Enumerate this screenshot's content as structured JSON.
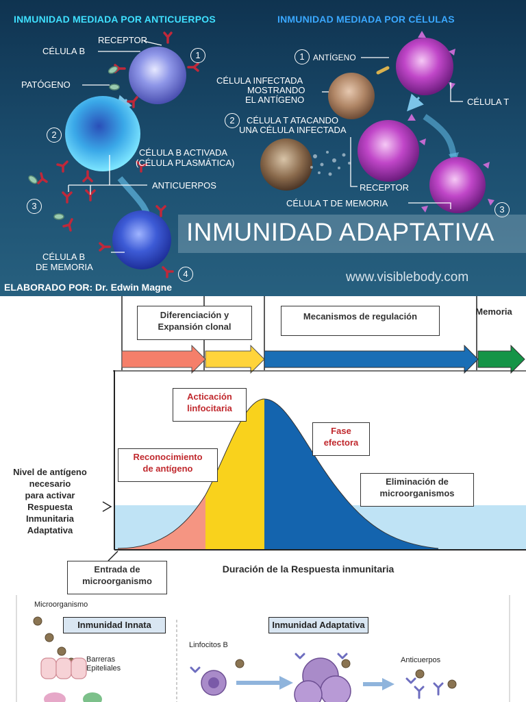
{
  "top_panel": {
    "heading_left": "INMUNIDAD MEDIADA POR ANTICUERPOS",
    "heading_right": "INMUNIDAD MEDIADA POR CÉLULAS",
    "labels": {
      "receptor": "RECEPTOR",
      "celula_b": "CÉLULA B",
      "patogeno": "PATÓGENO",
      "celula_b_activada_1": "CÉLULA B ACTIVADA",
      "celula_b_activada_2": "(CÉLULA PLASMÁTICA)",
      "anticuerpos": "ANTICUERPOS",
      "celula_b_memoria_1": "CÉLULA B",
      "celula_b_memoria_2": "DE MEMORIA",
      "antigeno": "ANTÍGENO",
      "celula_infectada_1": "CÉLULA INFECTADA",
      "celula_infectada_2": "MOSTRANDO",
      "celula_infectada_3": "EL ANTÍGENO",
      "celula_t": "CÉLULA T",
      "celula_t_atacando_1": "CÉLULA T ATACANDO",
      "celula_t_atacando_2": "UNA CÉLULA INFECTADA",
      "receptor_right": "RECEPTOR",
      "celula_t_memoria": "CÉLULA T DE MEMORIA"
    },
    "numbers_left": [
      "1",
      "2",
      "3",
      "4"
    ],
    "numbers_right": [
      "1",
      "2",
      "3"
    ],
    "banner_title": "INMUNIDAD ADAPTATIVA",
    "website": "www.visiblebody.com",
    "credit": "ELABORADO POR: Dr. Edwin Magne",
    "colors": {
      "background": "#1c4f70",
      "heading_left": "#3fe0ff",
      "heading_right": "#3aa8ff",
      "b_cell": "#6f78d8",
      "t_cell": "#b43cbf",
      "infected_cell": "#b89070",
      "antibody": "#c0283a"
    }
  },
  "middle_panel": {
    "phase_boxes": {
      "diferenciacion_1": "Diferenciación y",
      "diferenciacion_2": "Expansión clonal",
      "mecanismos": "Mecanismos de regulación",
      "memoria": "Memoria"
    },
    "curve_labels": {
      "activacion_1": "Acticación",
      "activacion_2": "linfocitaria",
      "fase_1": "Fase",
      "fase_2": "efectora",
      "reconocimiento_1": "Reconocimiento",
      "reconocimiento_2": "de antígeno",
      "eliminacion_1": "Eliminación de",
      "eliminacion_2": "microorganismos"
    },
    "threshold_label": [
      "Nivel de antígeno",
      "necesario",
      "para activar",
      "Respuesta",
      "Inmunitaria",
      "Adaptativa"
    ],
    "entrada_1": "Entrada de",
    "entrada_2": "microorganismo",
    "x_axis_label": "Duración de la Respuesta inmunitaria",
    "colors": {
      "arrow_reconocimiento": "#f57f6a",
      "arrow_activacion": "#ffd43b",
      "arrow_efectora": "#1a6eb5",
      "arrow_memoria": "#159447",
      "threshold_band": "#bfe3f5",
      "curve_pink": "#f59582",
      "curve_yellow": "#f9d21c",
      "curve_blue": "#1464ae"
    }
  },
  "bottom_panel": {
    "microorganismo": "Microorganismo",
    "inmunidad_innata": "Inmunidad Innata",
    "barreras_1": "Barreras",
    "barreras_2": "Epiteliales",
    "inmunidad_adaptativa": "Inmunidad Adaptativa",
    "linfocitos_b": "Linfocitos B",
    "anticuerpos": "Anticuerpos",
    "colors": {
      "label_box": "#d9e6f2",
      "lymphocyte": "#a98bc9",
      "arrow": "#8fb4dc",
      "microbe": "#8a7452"
    }
  }
}
